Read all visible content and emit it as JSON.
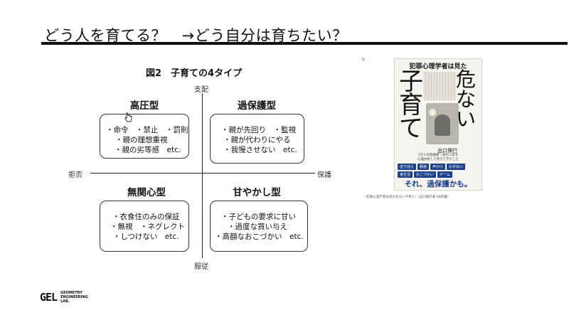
{
  "slide": {
    "title": "どう人を育てる？　→どう自分は育ちたい？"
  },
  "figure": {
    "title": "図2　子育ての4タイプ",
    "axes": {
      "top": "支配",
      "bottom": "服従",
      "left": "拒否",
      "right": "保護"
    },
    "quadrants": [
      {
        "heading": "高圧型",
        "lines": [
          "・命令　・禁止　・罰則",
          "・親の理想重視",
          "・親の劣等感　etc."
        ]
      },
      {
        "heading": "過保護型",
        "lines": [
          "・親が先回り　・監視",
          "・親が代わりにやる",
          "・我慢させない　etc."
        ]
      },
      {
        "heading": "無関心型",
        "lines": [
          "・衣食住のみの保証",
          "・無視　・ネグレクト",
          "・しつけない　etc."
        ]
      },
      {
        "heading": "甘やかし型",
        "lines": [
          "・子どもの要求に甘い",
          "・過度な買い与え",
          "・高額なおこづかい　etc."
        ]
      }
    ]
  },
  "book": {
    "subtitle": "犯罪心理学者は見た",
    "title_left": "子育て",
    "title_right": "危ない",
    "author": "出口保行",
    "blurb": "1万人の犯罪者・非行少年を\n心理分析して見えてきたこと",
    "tags": [
      "送り迎え",
      "服装",
      "声かけ",
      "お手伝い",
      "食生活",
      "おこづかい",
      "ゲーム"
    ],
    "catchphrase": "それ、過保護かも。",
    "tag_color": "#1c3f8a"
  },
  "caption": "『犯罪心理学者は見た危ない子育て』（出口保行著 SB新書）",
  "logo": {
    "mark": "GEL",
    "words": [
      "GEOMETRY",
      "ENGINEERING",
      "LAB."
    ]
  }
}
